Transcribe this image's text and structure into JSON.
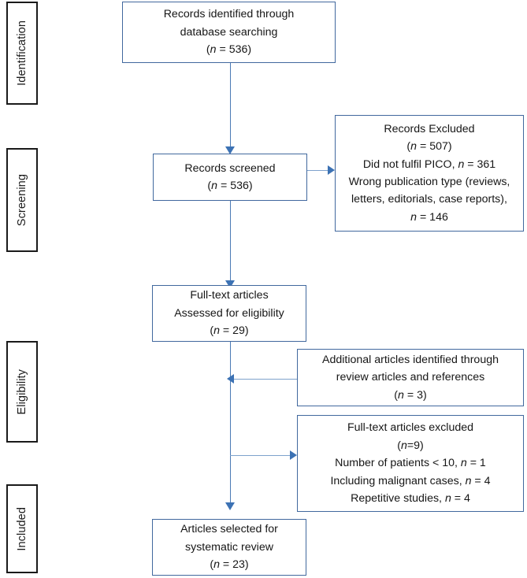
{
  "diagram": {
    "type": "prisma-flow-diagram",
    "accent_color": "#41689e",
    "connector_color": "#4a7ab5",
    "stage_border_color": "#1a1a1a"
  },
  "stages": [
    {
      "label": "Identification"
    },
    {
      "label": "Screening"
    },
    {
      "label": "Eligibility"
    },
    {
      "label": "Included"
    }
  ],
  "boxes": {
    "records_identified": {
      "lines": [
        "Records identified through",
        "database searching"
      ],
      "count_line": "(n = 536)",
      "n": 536
    },
    "records_screened": {
      "lines": [
        "Records screened"
      ],
      "count_line": "(n = 536)",
      "n": 536
    },
    "records_excluded": {
      "title": "Records Excluded",
      "count_line": "(n = 507)",
      "n": 507,
      "reasons": [
        "Did not fulfil PICO, n = 361",
        "Wrong publication type (reviews,",
        "letters, editorials, case reports),",
        "n = 146"
      ]
    },
    "full_text_assessed": {
      "lines": [
        "Full-text articles",
        "Assessed for eligibility"
      ],
      "count_line": "(n = 29)",
      "n": 29
    },
    "additional_articles": {
      "lines": [
        "Additional articles identified through",
        "review articles and references"
      ],
      "count_line": "(n = 3)",
      "n": 3
    },
    "full_text_excluded": {
      "title": "Full-text articles excluded",
      "count_line": "(n=9)",
      "n": 9,
      "reasons": [
        "Number of patients < 10, n = 1",
        "Including malignant cases, n = 4",
        "Repetitive studies, n = 4"
      ]
    },
    "articles_selected": {
      "lines": [
        "Articles selected for",
        "systematic review"
      ],
      "count_line": "(n = 23)",
      "n": 23
    }
  }
}
